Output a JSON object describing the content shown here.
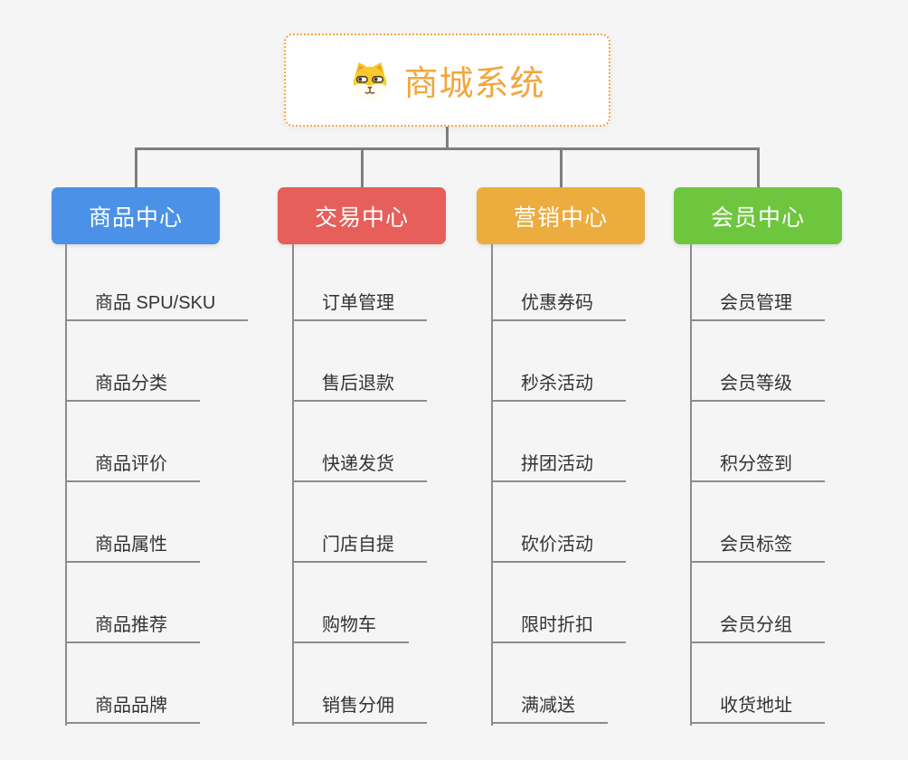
{
  "canvas": {
    "background": "#f5f5f5",
    "connector_color": "#7f7f7f",
    "leaf_line_color": "#8c8c8c"
  },
  "root": {
    "title": "商城系统",
    "icon": "dog-face-icon",
    "text_color": "#f1a73d",
    "border_color": "#f3a840"
  },
  "branches": [
    {
      "label": "商品中心",
      "color": "#4b91e8",
      "items": [
        "商品 SPU/SKU",
        "商品分类",
        "商品评价",
        "商品属性",
        "商品推荐",
        "商品品牌"
      ]
    },
    {
      "label": "交易中心",
      "color": "#e65f5a",
      "items": [
        "订单管理",
        "售后退款",
        "快递发货",
        "门店自提",
        "购物车",
        "销售分佣"
      ]
    },
    {
      "label": "营销中心",
      "color": "#ecac3e",
      "items": [
        "优惠券码",
        "秒杀活动",
        "拼团活动",
        "砍价活动",
        "限时折扣",
        "满减送"
      ]
    },
    {
      "label": "会员中心",
      "color": "#6ec63f",
      "items": [
        "会员管理",
        "会员等级",
        "积分签到",
        "会员标签",
        "会员分组",
        "收货地址"
      ]
    }
  ]
}
